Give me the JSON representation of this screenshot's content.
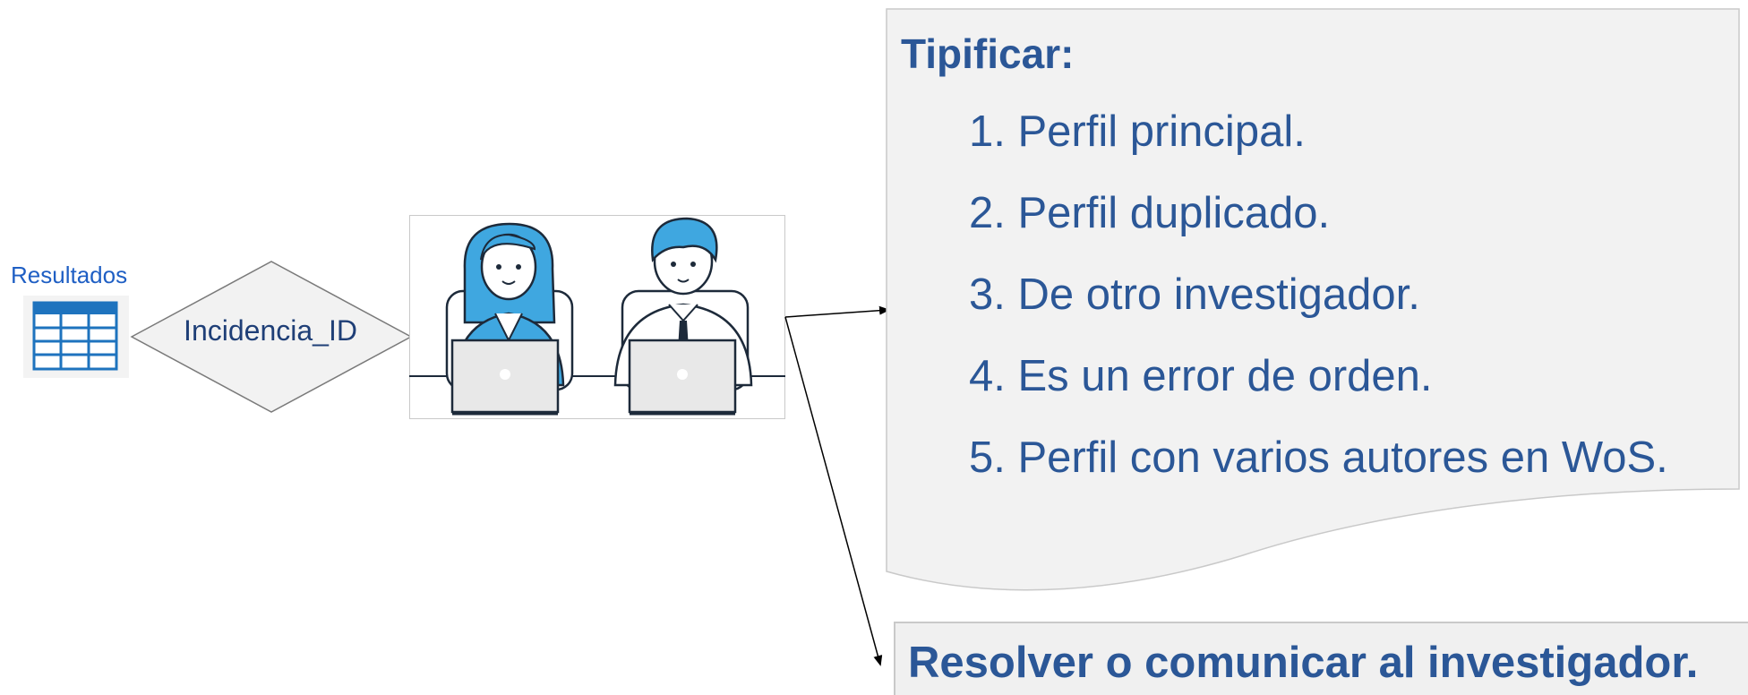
{
  "resultados": {
    "label": "Resultados",
    "icon": "table-icon"
  },
  "decision": {
    "label": "Incidencia_ID"
  },
  "illustration": {
    "icon": "people-at-laptops-icon"
  },
  "tipificar": {
    "title": "Tipificar:",
    "items": [
      "1. Perfil principal.",
      "2. Perfil duplicado.",
      "3. De otro investigador.",
      "4. Es un error de orden.",
      "5. Perfil con varios autores en WoS."
    ]
  },
  "resolver": {
    "label": "Resolver o comunicar al investigador."
  },
  "colors": {
    "text_blue": "#2b5797",
    "label_blue": "#1f5fc4",
    "icon_blue": "#1e73be",
    "box_fill": "#f2f2f2",
    "box_border": "#c9c9c9"
  }
}
